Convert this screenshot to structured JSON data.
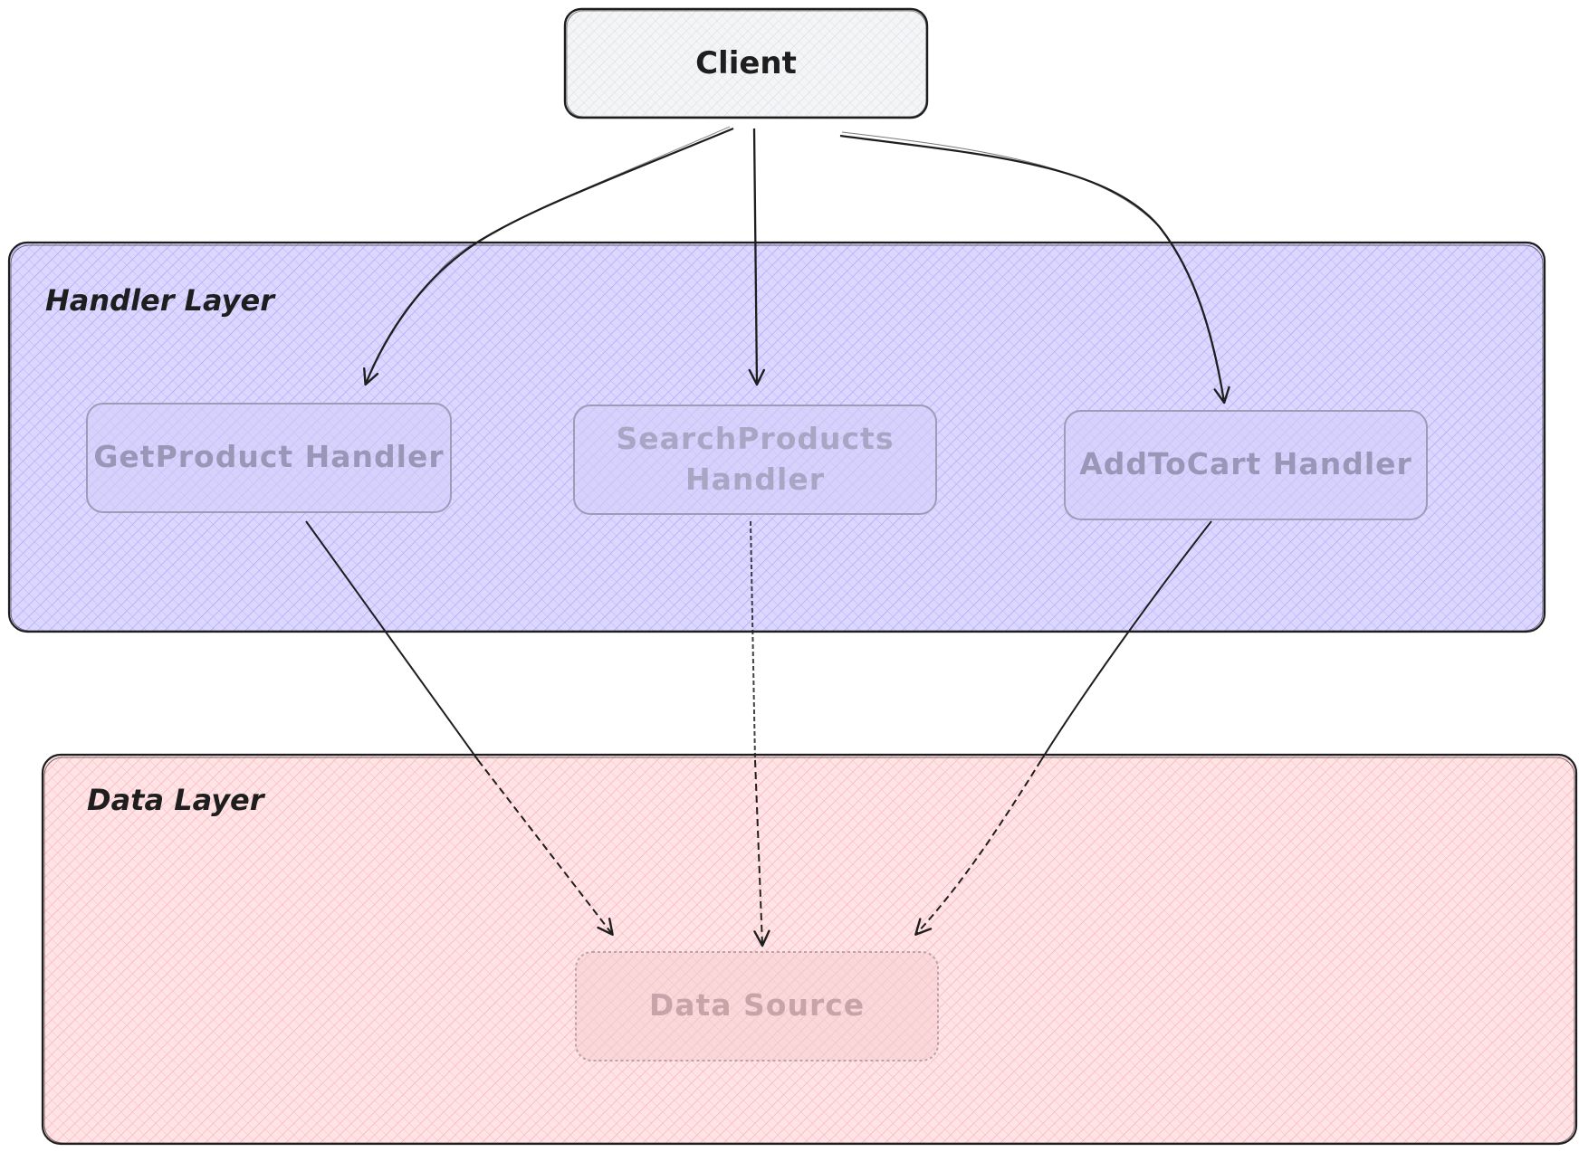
{
  "diagram": {
    "client": {
      "label": "Client"
    },
    "layers": {
      "handler": {
        "title": "Handler Layer",
        "fill_color": "#d9d3ff",
        "hatch_color": "#a99cf2",
        "handlers": [
          {
            "label_lines": [
              "GetProduct Handler"
            ]
          },
          {
            "label_lines": [
              "SearchProducts",
              "Handler"
            ]
          },
          {
            "label_lines": [
              "AddToCart Handler"
            ]
          }
        ]
      },
      "data": {
        "title": "Data Layer",
        "fill_color": "#ffe0e2",
        "hatch_color": "#f2a9b0",
        "source": {
          "label": "Data Source"
        }
      }
    },
    "edges": [
      {
        "from": "Client",
        "to": "GetProduct Handler",
        "style": "solid"
      },
      {
        "from": "Client",
        "to": "SearchProducts Handler",
        "style": "solid"
      },
      {
        "from": "Client",
        "to": "AddToCart Handler",
        "style": "solid"
      },
      {
        "from": "GetProduct Handler",
        "to": "Data Source",
        "style": "solid-to-dashed"
      },
      {
        "from": "SearchProducts Handler",
        "to": "Data Source",
        "style": "solid-to-dashed"
      },
      {
        "from": "AddToCart Handler",
        "to": "Data Source",
        "style": "solid-to-dashed"
      }
    ],
    "colors": {
      "stroke": "#1e1e1e",
      "faded_text": "#9a96b8",
      "faded_text_data": "#c8a4a8",
      "client_fill": "#f1f3f5"
    }
  }
}
